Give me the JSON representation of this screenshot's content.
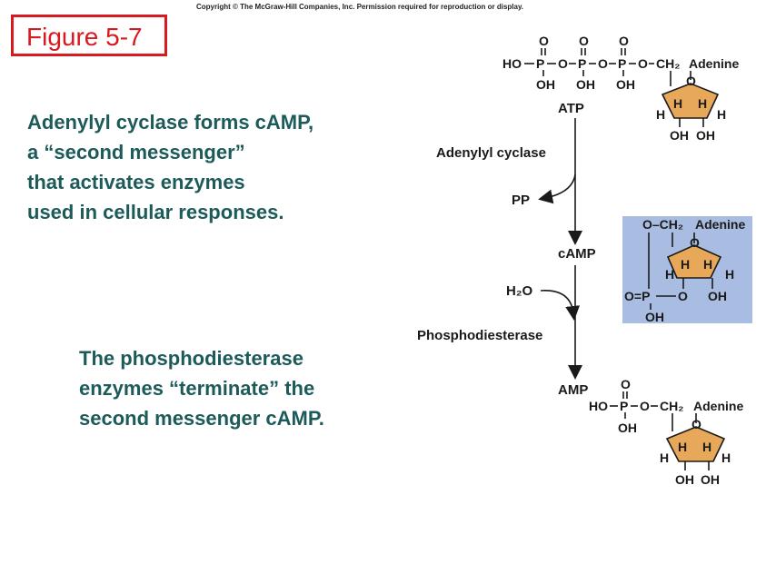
{
  "header": {
    "copyright": "Copyright © The McGraw-Hill Companies, Inc. Permission required for reproduction or display.",
    "figure_title": "Figure 5-7"
  },
  "captions": {
    "cyclase_lines": [
      "Adenylyl cyclase forms cAMP,",
      "a “second messenger”",
      "that activates enzymes",
      "used in cellular responses."
    ],
    "pde_lines": [
      "The phosphodiesterase",
      "enzymes “terminate” the",
      "second messenger cAMP."
    ]
  },
  "pathway": {
    "atp": "ATP",
    "enzyme1": "Adenylyl cyclase",
    "pp": "PP",
    "camp": "cAMP",
    "h2o": "H₂O",
    "enzyme2": "Phosphodiesterase",
    "amp": "AMP"
  },
  "structures": {
    "ho": "HO",
    "oh": "OH",
    "o": "O",
    "p": "P",
    "h": "H",
    "ch2": "CH₂",
    "adenine": "Adenine",
    "o_ch2": "O–CH₂",
    "o_eq_p": "O=P"
  },
  "colors": {
    "ribose_fill": "#e8a85a",
    "camp_panel": "#a9bde3",
    "title_red": "#d71920",
    "caption_teal": "#1d5a5a"
  }
}
